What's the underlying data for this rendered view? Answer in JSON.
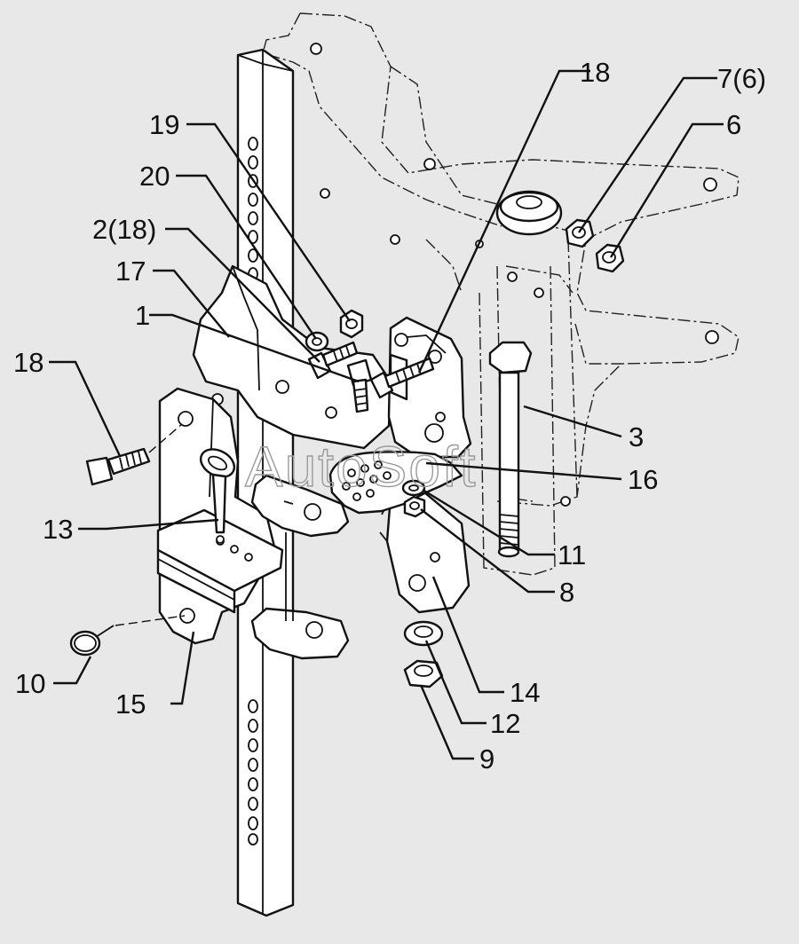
{
  "diagram": {
    "watermark": "AutoSoft",
    "callouts": [
      {
        "id": "18-top",
        "label": "18"
      },
      {
        "id": "7",
        "label": "7(6)"
      },
      {
        "id": "6",
        "label": "6"
      },
      {
        "id": "19",
        "label": "19"
      },
      {
        "id": "20",
        "label": "20"
      },
      {
        "id": "2",
        "label": "2(18)"
      },
      {
        "id": "17",
        "label": "17"
      },
      {
        "id": "1",
        "label": "1"
      },
      {
        "id": "18-left",
        "label": "18"
      },
      {
        "id": "3",
        "label": "3"
      },
      {
        "id": "16",
        "label": "16"
      },
      {
        "id": "13",
        "label": "13"
      },
      {
        "id": "11",
        "label": "11"
      },
      {
        "id": "8",
        "label": "8"
      },
      {
        "id": "10",
        "label": "10"
      },
      {
        "id": "14",
        "label": "14"
      },
      {
        "id": "15",
        "label": "15"
      },
      {
        "id": "12",
        "label": "12"
      },
      {
        "id": "9",
        "label": "9"
      }
    ]
  }
}
